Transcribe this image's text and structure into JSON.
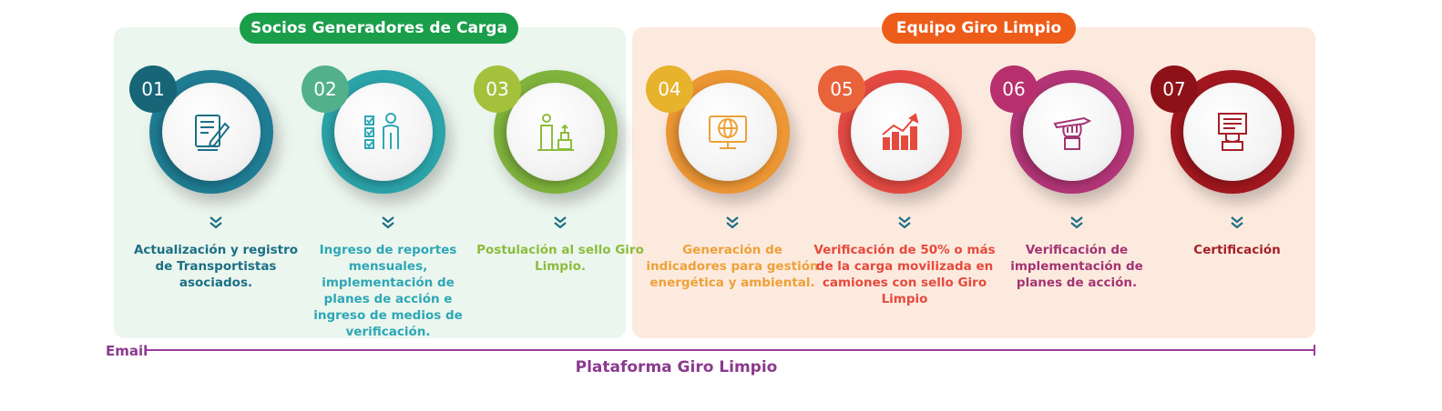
{
  "groups": {
    "partners": {
      "title": "Socios Generadores de Carga",
      "color": "#1b9e4a"
    },
    "team": {
      "title": "Equipo Giro Limpio",
      "color": "#ee5c19"
    }
  },
  "steps": [
    {
      "number": "01",
      "text": "Actualización y registro de Transportistas asociados.",
      "color": "#1c6f86",
      "ring": "#1f7c93",
      "badge": "#176577",
      "icon": "document-edit-icon"
    },
    {
      "number": "02",
      "text": "Ingreso de reportes mensuales, implementación de planes de acción e ingreso de medios de verificación.",
      "color": "#2ea7b6",
      "ring": "#2aa3a9",
      "badge": "#52b18a",
      "icon": "checklist-person-icon"
    },
    {
      "number": "03",
      "text": "Postulación al sello Giro Limpio.",
      "color": "#8cbc3e",
      "ring": "#7fb33c",
      "badge": "#a4c13c",
      "icon": "podium-icon"
    },
    {
      "number": "04",
      "text": "Generación de indicadores para gestión energética y ambiental.",
      "color": "#eea138",
      "ring": "#ec9634",
      "badge": "#e7b22c",
      "icon": "globe-monitor-icon"
    },
    {
      "number": "05",
      "text": "Verificación de 50% o más de la carga movilizada en camiones con sello Giro Limpio",
      "color": "#e64a3c",
      "ring": "#e44a43",
      "badge": "#e8623a",
      "icon": "growth-chart-icon"
    },
    {
      "number": "06",
      "text": "Verificación de implementación de planes de acción.",
      "color": "#a33473",
      "ring": "#b23577",
      "badge": "#b72f6d",
      "icon": "hand-pen-icon"
    },
    {
      "number": "07",
      "text": "Certificación",
      "color": "#a51f26",
      "ring": "#a2171f",
      "badge": "#8d1218",
      "icon": "certificate-hand-icon"
    }
  ],
  "timeline": {
    "start_label": "Email",
    "platform_label": "Plataforma Giro Limpio",
    "line_color": "#9a3b9c"
  }
}
